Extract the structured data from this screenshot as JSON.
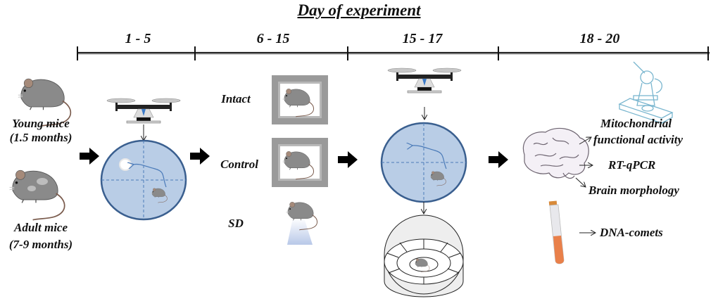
{
  "title": "Day of experiment",
  "timeline": {
    "phases": [
      {
        "label": "1 - 5"
      },
      {
        "label": "6 - 15"
      },
      {
        "label": "15 - 17"
      },
      {
        "label": "18 - 20"
      }
    ]
  },
  "groups": {
    "young": {
      "name": "Young mice",
      "age": "(1.5 months)"
    },
    "adult": {
      "name": "Adult mice",
      "age": "(7-9 months)"
    }
  },
  "conditions": {
    "intact": "Intact",
    "control": "Control",
    "sd": "SD"
  },
  "outcomes": {
    "mito_line1": "Mitochondrial",
    "mito_line2": "functional activity",
    "rtqpcr": "RT-qPCR",
    "morphology": "Brain morphology",
    "comets": "DNA-comets"
  },
  "colors": {
    "pool_fill": "#b9cde6",
    "pool_stroke": "#3a5f8f",
    "mouse": "#8a8a8a",
    "cage_frame": "#9a9a9a",
    "tube_liquid": "#e9804a",
    "microscope": "#7ab6cf"
  }
}
